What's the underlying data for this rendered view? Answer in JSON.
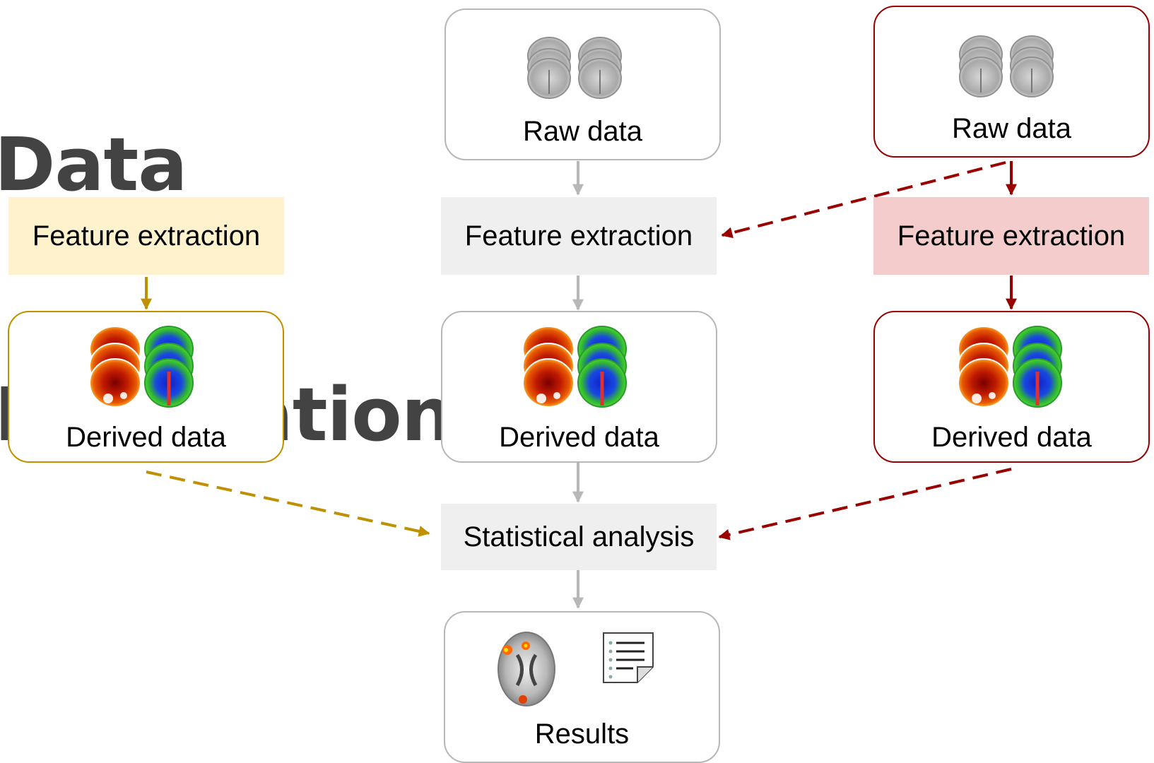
{
  "title": {
    "line1": "Data",
    "line2": "Integration"
  },
  "center": {
    "raw": "Raw data",
    "feature": "Feature extraction",
    "derived": "Derived data",
    "stats": "Statistical analysis",
    "results": "Results"
  },
  "left": {
    "feature": "Feature extraction",
    "derived": "Derived data"
  },
  "right": {
    "raw": "Raw data",
    "feature": "Feature extraction",
    "derived": "Derived data"
  },
  "colors": {
    "gray": "#b7b7b7",
    "gold": "#bf9000",
    "dark_red": "#990000",
    "gray_fill": "#efefef",
    "yellow_fill": "#fff2cc",
    "pink_fill": "#f4cccc"
  }
}
